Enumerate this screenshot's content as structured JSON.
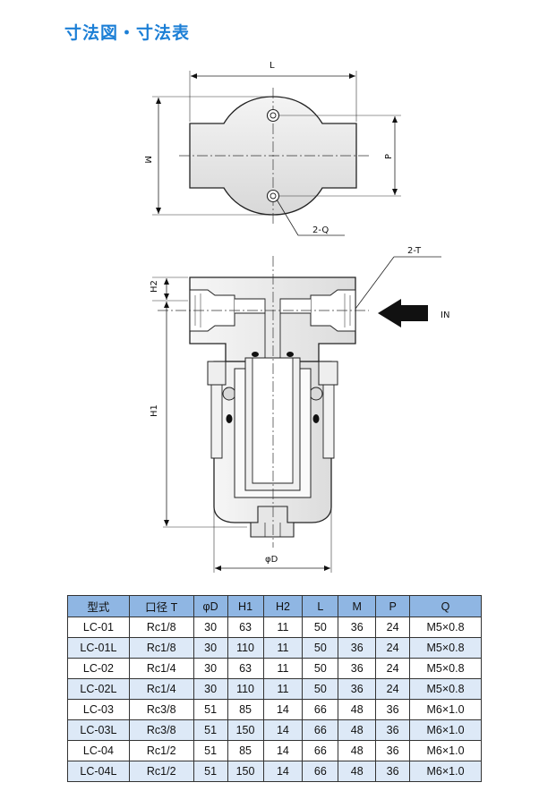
{
  "title": "寸法図・寸法表",
  "drawing": {
    "labels": {
      "L": "L",
      "M": "M",
      "P": "P",
      "Q": "2-Q",
      "T": "2-T",
      "H2": "H2",
      "H1": "H1",
      "D": "φD",
      "IN": "IN"
    }
  },
  "table": {
    "headers": [
      "型式",
      "口径 T",
      "φD",
      "H1",
      "H2",
      "L",
      "M",
      "P",
      "Q"
    ],
    "rows": [
      [
        "LC-01",
        "Rc1/8",
        "30",
        "63",
        "11",
        "50",
        "36",
        "24",
        "M5×0.8"
      ],
      [
        "LC-01L",
        "Rc1/8",
        "30",
        "110",
        "11",
        "50",
        "36",
        "24",
        "M5×0.8"
      ],
      [
        "LC-02",
        "Rc1/4",
        "30",
        "63",
        "11",
        "50",
        "36",
        "24",
        "M5×0.8"
      ],
      [
        "LC-02L",
        "Rc1/4",
        "30",
        "110",
        "11",
        "50",
        "36",
        "24",
        "M5×0.8"
      ],
      [
        "LC-03",
        "Rc3/8",
        "51",
        "85",
        "14",
        "66",
        "48",
        "36",
        "M6×1.0"
      ],
      [
        "LC-03L",
        "Rc3/8",
        "51",
        "150",
        "14",
        "66",
        "48",
        "36",
        "M6×1.0"
      ],
      [
        "LC-04",
        "Rc1/2",
        "51",
        "85",
        "14",
        "66",
        "48",
        "36",
        "M6×1.0"
      ],
      [
        "LC-04L",
        "Rc1/2",
        "51",
        "150",
        "14",
        "66",
        "48",
        "36",
        "M6×1.0"
      ]
    ]
  }
}
